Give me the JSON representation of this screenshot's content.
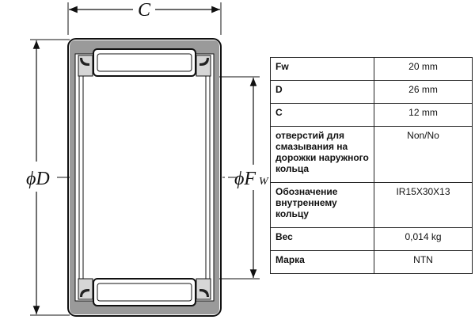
{
  "drawing": {
    "width_label": "C",
    "outer_diameter_label": "D",
    "inner_diameter_label": "F",
    "inner_diameter_sub": "W",
    "diameter_symbol": "ϕ"
  },
  "specs": [
    {
      "key": "Fw",
      "value": "20 mm"
    },
    {
      "key": "D",
      "value": "26 mm"
    },
    {
      "key": "C",
      "value": "12 mm"
    },
    {
      "key": "отверстий для смазывания на дорожки наружного кольца",
      "value": "Non/No"
    },
    {
      "key": "Обозначение внутреннему кольцу",
      "value": "IR15X30X13"
    },
    {
      "key": "Вес",
      "value": "0,014 kg"
    },
    {
      "key": "Марка",
      "value": "NTN"
    }
  ]
}
